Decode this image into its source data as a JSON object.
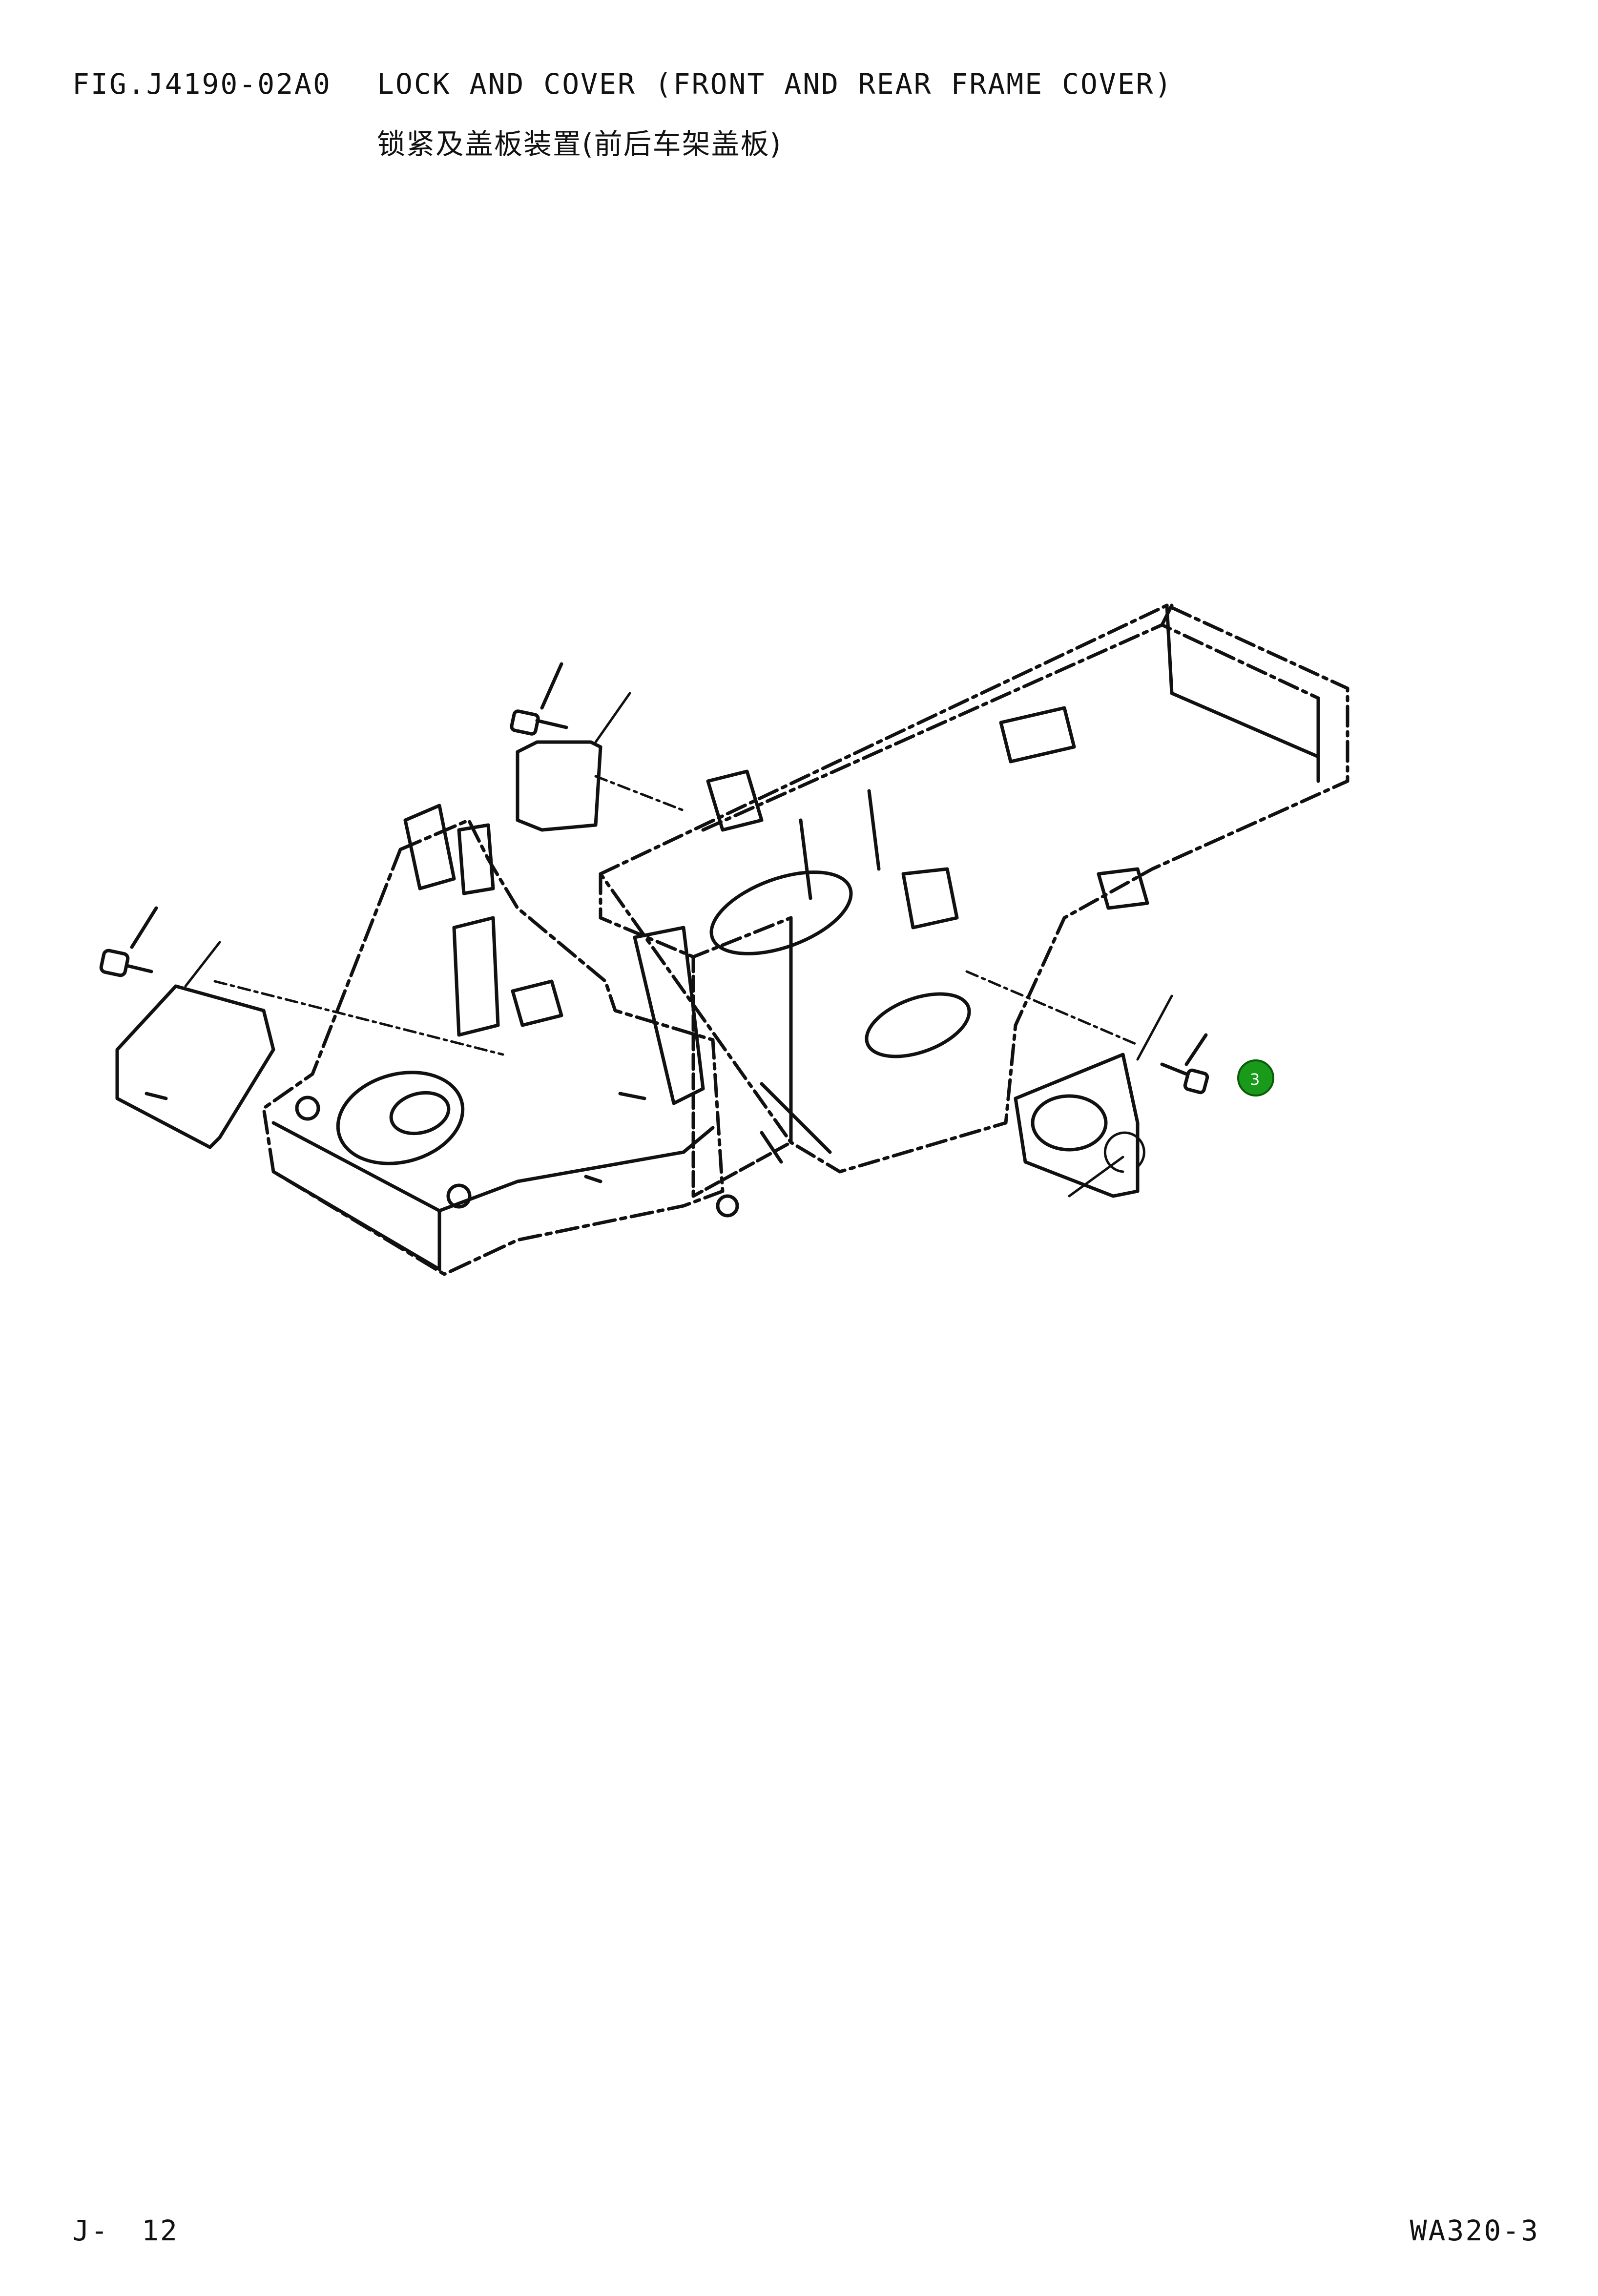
{
  "header": {
    "figure_id": "FIG.J4190-02A0",
    "title_en": "LOCK AND COVER (FRONT AND REAR FRAME COVER)",
    "title_cn": "锁紧及盖板装置(前后车架盖板)"
  },
  "footer": {
    "page_prefix": "J-",
    "page_number": "12",
    "model": "WA320-3"
  },
  "callouts": [
    {
      "label": "3",
      "color": "#1a9a1a"
    }
  ],
  "icons": [
    "bolt-icon",
    "cover-plate-icon",
    "frame-drawing"
  ]
}
